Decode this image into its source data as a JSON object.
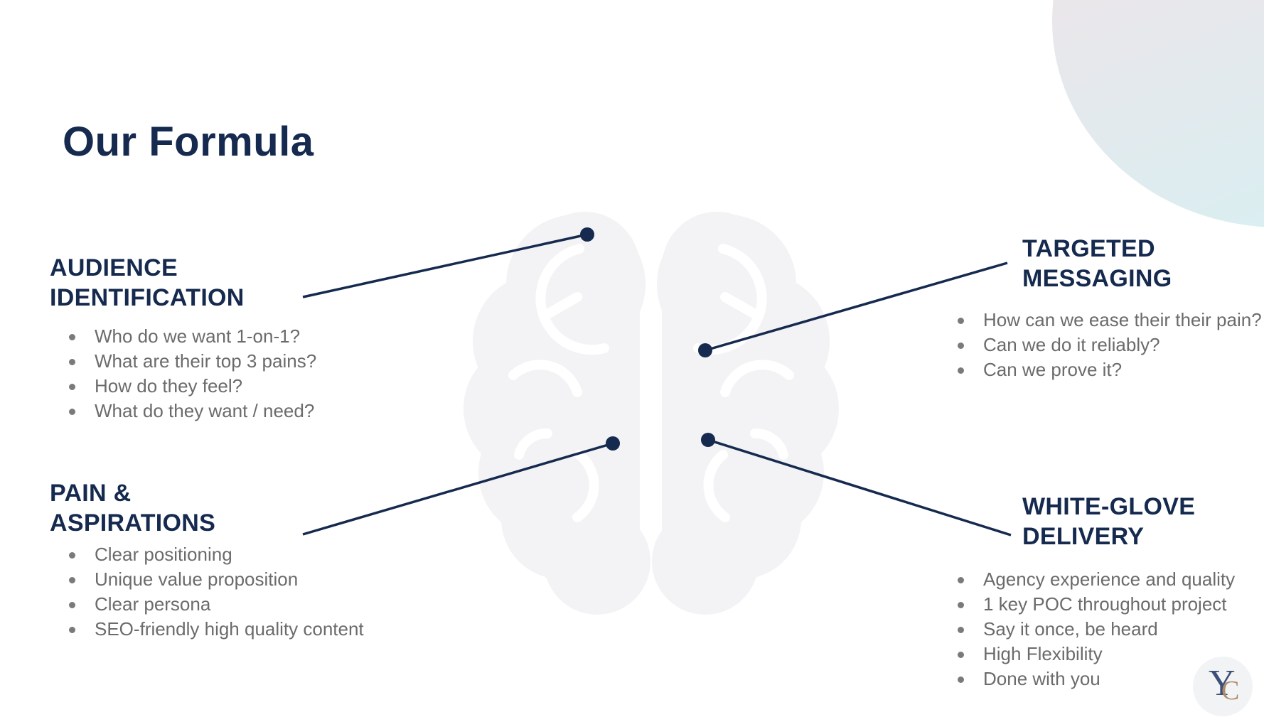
{
  "slide": {
    "title": "Our Formula",
    "accent_color": "#152a4e",
    "text_color": "#6b6b6b",
    "brain_color": "#f3f2f4",
    "center_graphic_icon": "brain-icon",
    "logo_icon": "yc-logo-icon",
    "logo": {
      "letter_1": "Y",
      "letter_2": "C"
    }
  },
  "sections": {
    "audience": {
      "heading_line1": "AUDIENCE",
      "heading_line2": "IDENTIFICATION",
      "bullets": [
        "Who do we want 1-on-1?",
        "What are their top 3 pains?",
        "How do they feel?",
        "What do they want / need?"
      ]
    },
    "pain": {
      "heading_line1": "PAIN &",
      "heading_line2": "ASPIRATIONS",
      "bullets": [
        "Clear positioning",
        "Unique value proposition",
        "Clear persona",
        "SEO-friendly high quality content"
      ]
    },
    "messaging": {
      "heading_line1": "TARGETED",
      "heading_line2": "MESSAGING",
      "bullets": [
        "How can we ease their their pain?",
        "Can we do it reliably?",
        "Can we prove it?"
      ]
    },
    "delivery": {
      "heading_line1": "WHITE-GLOVE",
      "heading_line2": "DELIVERY",
      "bullets": [
        "Agency experience and quality",
        "1 key POC throughout project",
        "Say it once, be heard",
        "High Flexibility",
        "Done with you"
      ]
    }
  }
}
